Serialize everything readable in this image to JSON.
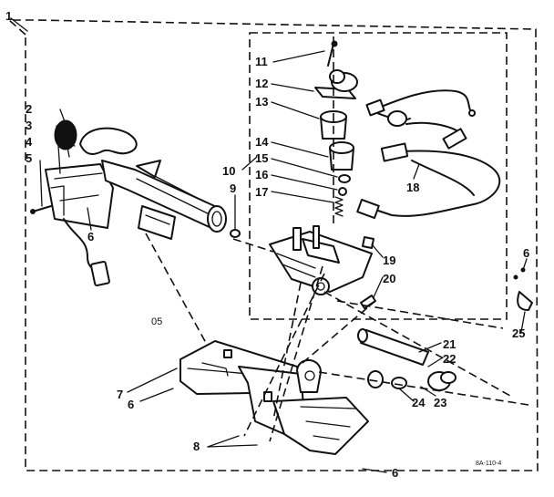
{
  "callouts": {
    "c1": "1",
    "c2": "2",
    "c3": "3",
    "c4": "4",
    "c5": "5",
    "c6a": "6",
    "c6b": "6",
    "c6c": "6",
    "c6d": "6",
    "c7": "7",
    "c8": "8",
    "c9": "9",
    "c10": "10",
    "c11": "11",
    "c12": "12",
    "c13": "13",
    "c14": "14",
    "c15": "15",
    "c16": "16",
    "c17": "17",
    "c18": "18",
    "c19": "19",
    "c20": "20",
    "c21": "21",
    "c22": "22",
    "c23": "23",
    "c24": "24",
    "c25": "25",
    "c05": "05"
  },
  "diagram_code": "8A-110-4"
}
